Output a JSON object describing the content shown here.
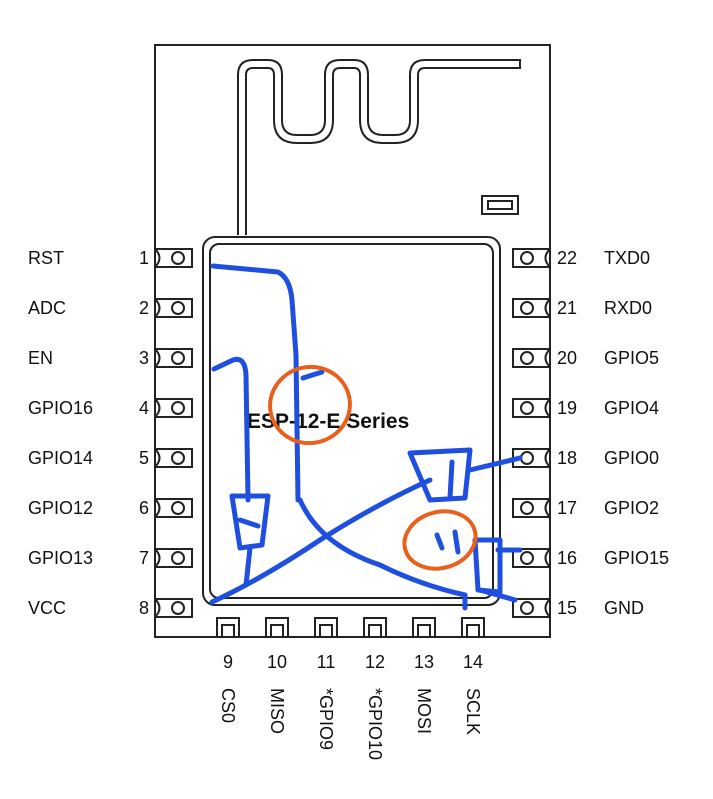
{
  "module": {
    "title": "ESP-12-E Series"
  },
  "left_pins": [
    {
      "num": "1",
      "name": "RST"
    },
    {
      "num": "2",
      "name": "ADC"
    },
    {
      "num": "3",
      "name": "EN"
    },
    {
      "num": "4",
      "name": "GPIO16"
    },
    {
      "num": "5",
      "name": "GPIO14"
    },
    {
      "num": "6",
      "name": "GPIO12"
    },
    {
      "num": "7",
      "name": "GPIO13"
    },
    {
      "num": "8",
      "name": "VCC"
    }
  ],
  "right_pins": [
    {
      "num": "22",
      "name": "TXD0"
    },
    {
      "num": "21",
      "name": "RXD0"
    },
    {
      "num": "20",
      "name": "GPIO5"
    },
    {
      "num": "19",
      "name": "GPIO4"
    },
    {
      "num": "18",
      "name": "GPIO0"
    },
    {
      "num": "17",
      "name": "GPIO2"
    },
    {
      "num": "16",
      "name": "GPIO15"
    },
    {
      "num": "15",
      "name": "GND"
    }
  ],
  "bottom_pins": [
    {
      "num": "9",
      "name": "CS0"
    },
    {
      "num": "10",
      "name": "MISO"
    },
    {
      "num": "11",
      "name": "*GPIO9"
    },
    {
      "num": "12",
      "name": "*GPIO10"
    },
    {
      "num": "13",
      "name": "MOSI"
    },
    {
      "num": "14",
      "name": "SCLK"
    }
  ],
  "colors": {
    "outline": "#222222",
    "ink_blue": "#1f4fe0",
    "ink_orange": "#e8601c"
  }
}
